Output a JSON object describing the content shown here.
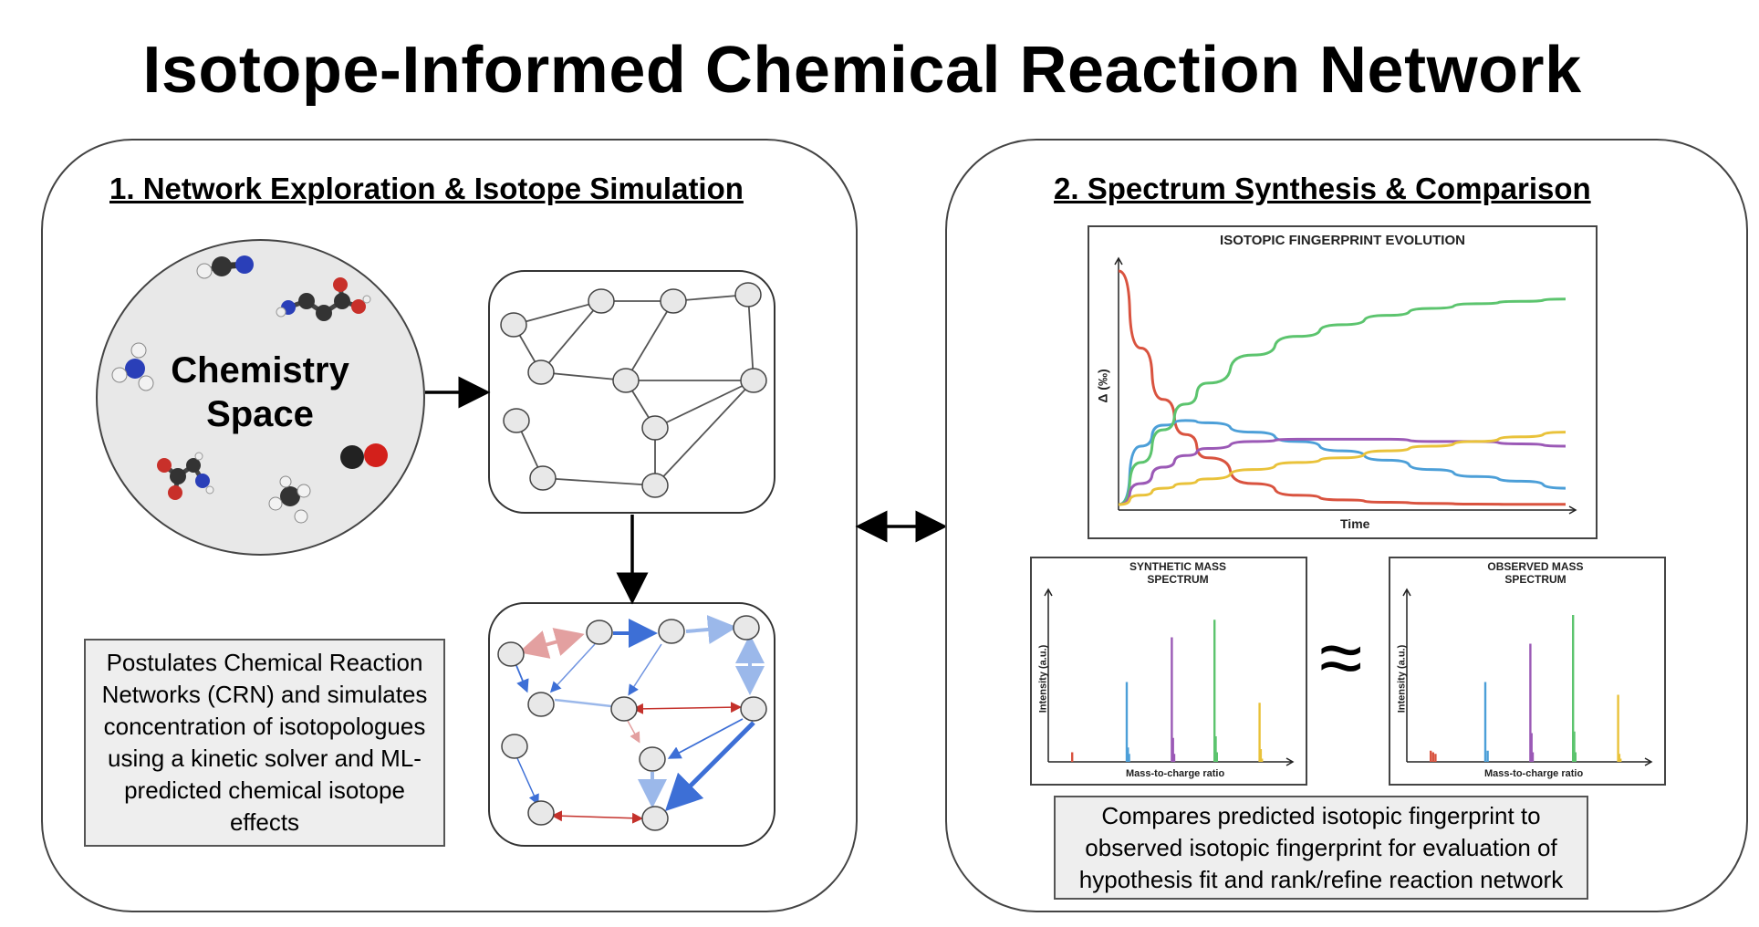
{
  "title": "Isotope-Informed Chemical Reaction Network",
  "panel1": {
    "heading": "1. Network Exploration & Isotope Simulation",
    "chemistry_space_line1": "Chemistry",
    "chemistry_space_line2": "Space",
    "caption": "Postulates Chemical Reaction Networks (CRN) and simulates concentration of isotopologues using a kinetic solver and ML-predicted chemical isotope effects"
  },
  "panel2": {
    "heading": "2. Spectrum Synthesis & Comparison",
    "caption": "Compares predicted isotopic fingerprint to observed isotopic fingerprint for evaluation of hypothesis fit and rank/refine reaction network",
    "approx_symbol": "≈"
  },
  "chart_data": [
    {
      "type": "line",
      "title": "ISOTOPIC FINGERPRINT EVOLUTION",
      "xlabel": "Time",
      "ylabel": "Δ (‰)",
      "grid": false,
      "x": [
        0,
        0.05,
        0.1,
        0.15,
        0.2,
        0.3,
        0.4,
        0.5,
        0.6,
        0.7,
        0.8,
        0.9,
        1.0
      ],
      "series": [
        {
          "color": "#d9533f",
          "values": [
            1.0,
            0.67,
            0.45,
            0.3,
            0.2,
            0.09,
            0.04,
            0.02,
            0.01,
            0.005,
            0.002,
            0.001,
            0.001
          ]
        },
        {
          "color": "#4c9fd8",
          "values": [
            0.0,
            0.25,
            0.34,
            0.36,
            0.35,
            0.31,
            0.27,
            0.23,
            0.19,
            0.15,
            0.12,
            0.1,
            0.07
          ]
        },
        {
          "color": "#5cc46e",
          "values": [
            0.0,
            0.18,
            0.32,
            0.43,
            0.52,
            0.64,
            0.72,
            0.77,
            0.81,
            0.84,
            0.86,
            0.87,
            0.88
          ]
        },
        {
          "color": "#9b59b6",
          "values": [
            0.0,
            0.09,
            0.16,
            0.21,
            0.24,
            0.27,
            0.28,
            0.28,
            0.28,
            0.27,
            0.27,
            0.26,
            0.25
          ]
        },
        {
          "color": "#e9c23a",
          "values": [
            0.0,
            0.04,
            0.07,
            0.09,
            0.11,
            0.15,
            0.18,
            0.2,
            0.23,
            0.25,
            0.27,
            0.29,
            0.31
          ]
        }
      ]
    },
    {
      "type": "bar",
      "title": "SYNTHETIC MASS SPECTRUM",
      "xlabel": "Mass-to-charge ratio",
      "ylabel": "Intensity (a.u.)",
      "groups": [
        {
          "color": "#d9533f",
          "x": [
            0.1
          ],
          "values": [
            0.06
          ]
        },
        {
          "color": "#4c9fd8",
          "x": [
            0.33,
            0.335,
            0.34
          ],
          "values": [
            0.5,
            0.09,
            0.05
          ]
        },
        {
          "color": "#9b59b6",
          "x": [
            0.52,
            0.525,
            0.53
          ],
          "values": [
            0.78,
            0.15,
            0.05
          ]
        },
        {
          "color": "#5cc46e",
          "x": [
            0.7,
            0.705,
            0.71
          ],
          "values": [
            0.89,
            0.16,
            0.06
          ]
        },
        {
          "color": "#e9c23a",
          "x": [
            0.89,
            0.895,
            0.9
          ],
          "values": [
            0.37,
            0.08,
            0.02
          ]
        }
      ]
    },
    {
      "type": "bar",
      "title": "OBSERVED MASS SPECTRUM",
      "xlabel": "Mass-to-charge ratio",
      "ylabel": "Intensity (a.u.)",
      "groups": [
        {
          "color": "#d9533f",
          "x": [
            0.1,
            0.11,
            0.12
          ],
          "values": [
            0.07,
            0.06,
            0.05
          ]
        },
        {
          "color": "#4c9fd8",
          "x": [
            0.33,
            0.34
          ],
          "values": [
            0.5,
            0.07
          ]
        },
        {
          "color": "#9b59b6",
          "x": [
            0.52,
            0.525,
            0.53
          ],
          "values": [
            0.74,
            0.18,
            0.06
          ]
        },
        {
          "color": "#5cc46e",
          "x": [
            0.7,
            0.705,
            0.71
          ],
          "values": [
            0.92,
            0.19,
            0.06
          ]
        },
        {
          "color": "#e9c23a",
          "x": [
            0.89,
            0.895,
            0.9
          ],
          "values": [
            0.42,
            0.05,
            0.02
          ]
        }
      ]
    }
  ]
}
